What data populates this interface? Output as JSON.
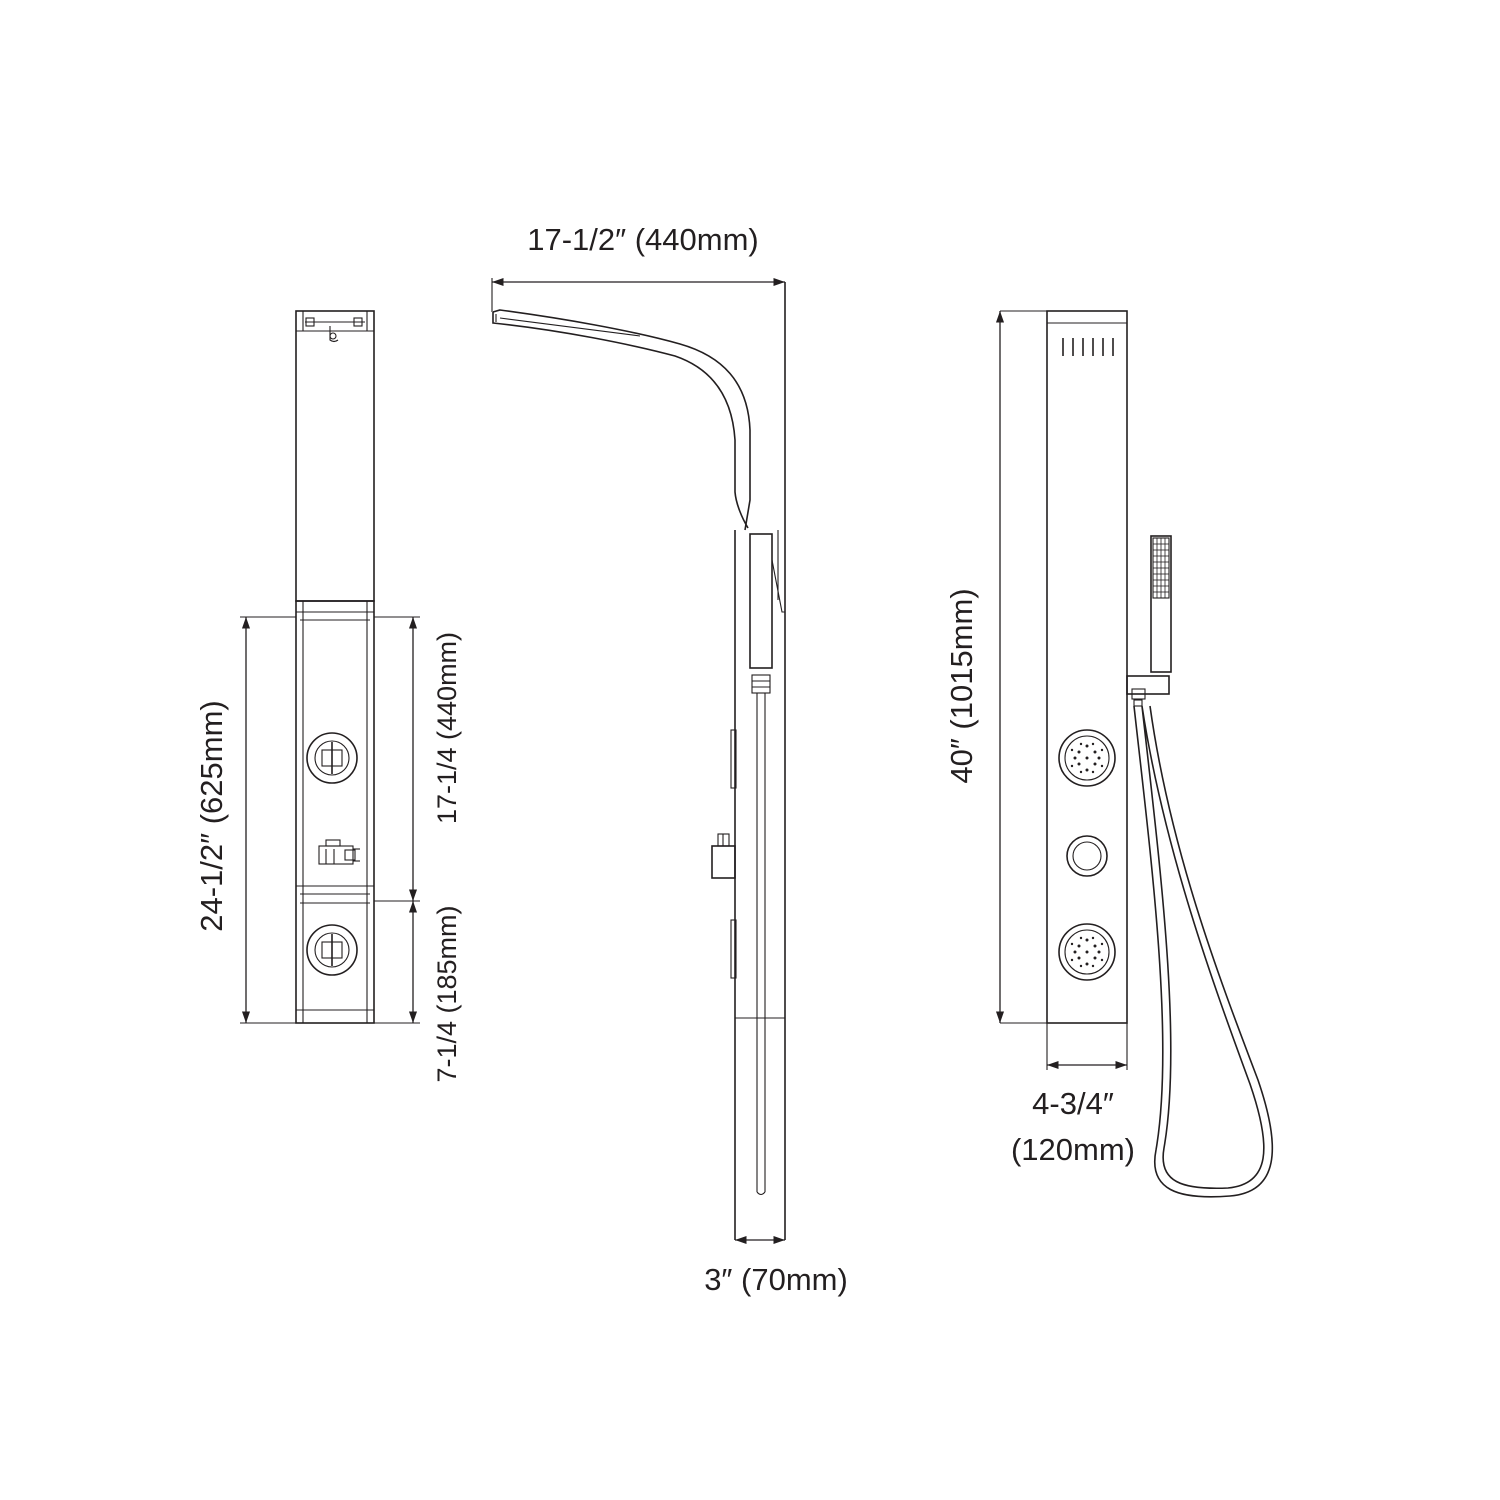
{
  "dimensions": {
    "overall_height": "40″ (1015mm)",
    "top_width": "17-1/2″ (440mm)",
    "panel_depth": "3″ (70mm)",
    "panel_width_line1": "4-3/4″",
    "panel_width_line2": "(120mm)",
    "control_height": "24-1/2″ (625mm)",
    "upper_spacing": "17-1/4 (440mm)",
    "lower_spacing": "7-1/4 (185mm)"
  }
}
